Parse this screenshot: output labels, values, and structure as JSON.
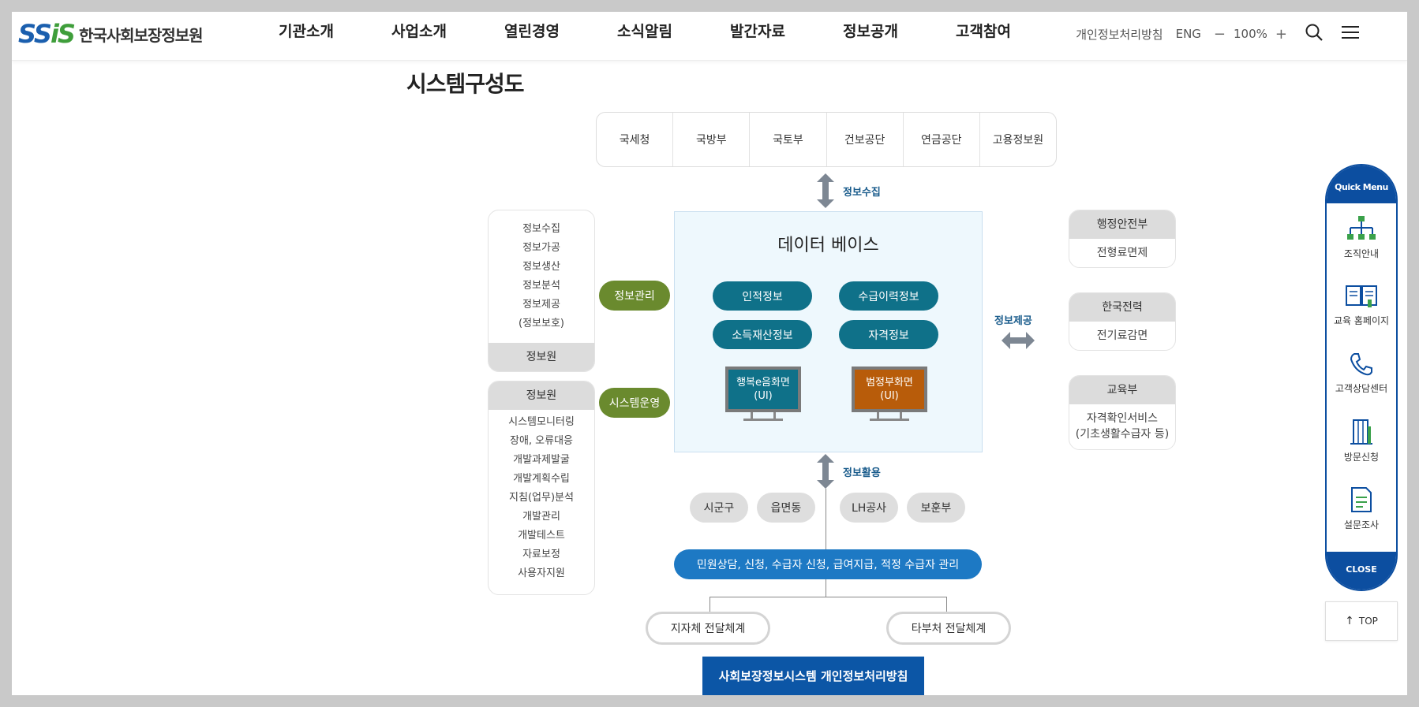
{
  "header": {
    "logo_mark_a": "SS",
    "logo_mark_b": "iS",
    "logo_text": "한국사회보장정보원",
    "nav": [
      "기관소개",
      "사업소개",
      "열린경영",
      "소식알림",
      "발간자료",
      "정보공개",
      "고객참여"
    ],
    "privacy_link": "개인정보처리방침",
    "lang_link": "ENG",
    "zoom_minus": "−",
    "zoom_level": "100%",
    "zoom_plus": "+"
  },
  "page_title": "시스템구성도",
  "agencies": [
    "국세청",
    "국방부",
    "국토부",
    "건보공단",
    "연금공단",
    "고용정보원"
  ],
  "flows": {
    "collect": "정보수집",
    "provide": "정보제공",
    "use": "정보활용"
  },
  "left_top": {
    "items": [
      "정보수집",
      "정보가공",
      "정보생산",
      "정보분석",
      "정보제공",
      "(정보보호)"
    ],
    "footer": "정보원"
  },
  "left_bottom": {
    "header": "정보원",
    "items": [
      "시스템모니터링",
      "장애, 오류대응",
      "개발과제발굴",
      "개발계획수립",
      "지침(업무)분석",
      "개발관리",
      "개발테스트",
      "자료보정",
      "사용자지원"
    ]
  },
  "side_pills": {
    "manage": "정보관리",
    "operate": "시스템운영"
  },
  "database": {
    "title": "데이터 베이스",
    "pills": [
      "인적정보",
      "수급이력정보",
      "소득재산정보",
      "자격정보"
    ],
    "monitors": [
      {
        "line1": "행복e음화면",
        "line2": "(UI)",
        "color": "#0f7189"
      },
      {
        "line1": "범정부화면",
        "line2": "(UI)",
        "color": "#b85c0a"
      }
    ]
  },
  "right_boxes": [
    {
      "header": "행정안전부",
      "body": "전형료면제"
    },
    {
      "header": "한국전력",
      "body": "전기료감면"
    },
    {
      "header": "교육부",
      "body_line1": "자격확인서비스",
      "body_line2": "(기초생활수급자 등)"
    }
  ],
  "bottom": {
    "pills": [
      "시군구",
      "읍면동",
      "LH공사",
      "보훈부"
    ],
    "services": "민원상담, 신청, 수급자 신청, 급여지급, 적정 수급자 관리",
    "delivery_left": "지자체 전달체계",
    "delivery_right": "타부처 전달체계",
    "policy_button": "사회보장정보시스템 개인정보처리방침"
  },
  "quick_menu": {
    "title": "Quick Menu",
    "items": [
      "조직안내",
      "교육 홈페이지",
      "고객상담센터",
      "방문신청",
      "설문조사"
    ],
    "close": "CLOSE",
    "top": "TOP"
  },
  "colors": {
    "brand_blue": "#0c4ea0",
    "teal": "#0f7189",
    "green": "#6a8a2e",
    "orange": "#b85c0a",
    "service_blue": "#1d79c4"
  }
}
